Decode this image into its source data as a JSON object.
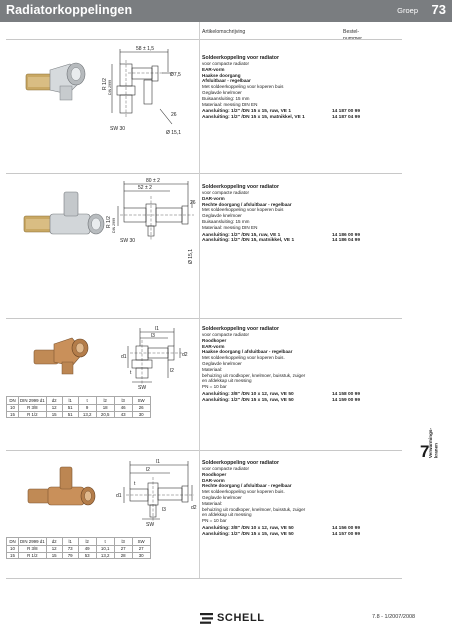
{
  "header": {
    "title": "Radiatorkoppelingen",
    "group_label": "Groep",
    "group_number": "73"
  },
  "columns": {
    "description": "Artikelomschrijving",
    "order_number_line1": "Bestel-",
    "order_number_line2": "nummer"
  },
  "products": [
    {
      "title": "Soldeerkoppeling voor radiator",
      "subtitle": "voor compacte radiator",
      "lines_bold": [
        "EAR-vorm",
        "Haakse doorgang",
        "Afsluitbaar - regelbaar"
      ],
      "lines": [
        "Met soldeerkoppeling voor koperen buis",
        "Geglavde knelmoer",
        "Buisaansluiting: 15 mm",
        "Materiaal: messing DIN EN"
      ],
      "orders": [
        {
          "label": "Aansluiting: 1/2\" /DN 15 x 15, ruw, VE 1",
          "number": "14 187 00 99"
        },
        {
          "label": "Aansluiting: 1/2\" /DN 15 x 15, matnikkel, VE 1",
          "number": "14 187 04 99"
        }
      ],
      "drawing_labels": [
        "58 ± 1,5",
        "R 1/2",
        "DIN 2999",
        "SW 30",
        "Ø 15,1",
        "Ø7,5",
        "26"
      ]
    },
    {
      "title": "Soldeerkoppeling voor radiator",
      "subtitle": "voor compacte radiator",
      "lines_bold": [
        "DAR-vorm",
        "Rechte doorgang / afsluitbaar - regelbaar"
      ],
      "lines": [
        "Met soldeerkoppeling voor koperen buis",
        "Geglavde knelmoer",
        "Buisaansluiting: 15 mm",
        "Materiaal: messing DIN EN"
      ],
      "orders": [
        {
          "label": "Aansluiting: 1/2\" /DN 15, ruw, VE 1",
          "number": "14 186 00 99"
        },
        {
          "label": "Aansluiting: 1/2\" /DN 15, matnikkel, VE 1",
          "number": "14 186 04 99"
        }
      ],
      "drawing_labels": [
        "80 ± 2",
        "52 ± 2",
        "R 1/2",
        "DIN 2999",
        "SW 30",
        "Ø 15,1",
        "26"
      ]
    },
    {
      "title": "Soldeerkoppeling voor radiator",
      "subtitle": "voor compacte radiator",
      "lines_bold": [
        "Roodkoper",
        "EAR-vorm",
        "Haakse doorgang / afsluitbaar - regelbaar"
      ],
      "lines": [
        "Met soldeerkoppeling voor koperen buis.",
        "Geglavde knelmoer",
        "Materiaal:",
        "behuizing uit roodkoper, knelmoer, buisstuk, zuiger",
        "en afdekkap uit messing",
        "PN = 10 bar"
      ],
      "orders": [
        {
          "label": "Aansluiting: 3/8\" /DN 10 x 12, ruw, VE 50",
          "number": "14 158 00 99"
        },
        {
          "label": "Aansluiting: 1/2\" /DN 15 x 15, ruw, VE 50",
          "number": "14 159 00 99"
        }
      ],
      "drawing_labels": [
        "l1",
        "l3",
        "d1",
        "t",
        "l2",
        "SW",
        "d2"
      ],
      "table": {
        "head": [
          "DN",
          "DIN 2999 d1",
          "d2",
          "l1",
          "t",
          "l2",
          "l3",
          "SW"
        ],
        "rows": [
          [
            "10",
            "R 3/8",
            "12",
            "51",
            "9",
            "18",
            "46",
            "26"
          ],
          [
            "15",
            "R 1/2",
            "15",
            "51",
            "13,2",
            "20,5",
            "43",
            "30"
          ]
        ]
      }
    },
    {
      "title": "Soldeerkoppeling voor radiator",
      "subtitle": "voor compacte radiator",
      "lines_bold": [
        "Roodkoper",
        "DAR-vorm",
        "Rechte doorgang / afsluitbaar - regelbaar"
      ],
      "lines": [
        "Met soldeerkoppeling voor koperen buis.",
        "Geglavde knelmoer",
        "Materiaal:",
        "behuizing uit roodkoper, knelmoer, buisstuk, zuiger",
        "en afdekkap uit messing",
        "PN = 10 bar"
      ],
      "orders": [
        {
          "label": "Aansluiting: 3/8\" /DN 10 x 12, ruw, VE 50",
          "number": "14 156 00 99"
        },
        {
          "label": "Aansluiting: 1/2\" /DN 15 x 15, ruw, VE 50",
          "number": "14 157 00 99"
        }
      ],
      "drawing_labels": [
        "l1",
        "l2",
        "d1",
        "t",
        "l3",
        "SW",
        "d2"
      ],
      "table": {
        "head": [
          "DN",
          "DIN 2999 d1",
          "d2",
          "l1",
          "l2",
          "t",
          "l3",
          "SW"
        ],
        "rows": [
          [
            "10",
            "R 3/8",
            "12",
            "73",
            "49",
            "10,1",
            "27",
            "27"
          ],
          [
            "15",
            "R 1/2",
            "15",
            "79",
            "53",
            "13,2",
            "28",
            "30"
          ]
        ]
      }
    }
  ],
  "side_tab": {
    "number": "7",
    "label_line1": "Verwarmings-",
    "label_line2": "kranen"
  },
  "footer": {
    "brand": "SCHELL",
    "page": "7.8 - 1/2007/2008"
  },
  "colors": {
    "header_bg": "#7a7d80",
    "brass": "#c8a86a",
    "steel": "#b8bcc0"
  }
}
